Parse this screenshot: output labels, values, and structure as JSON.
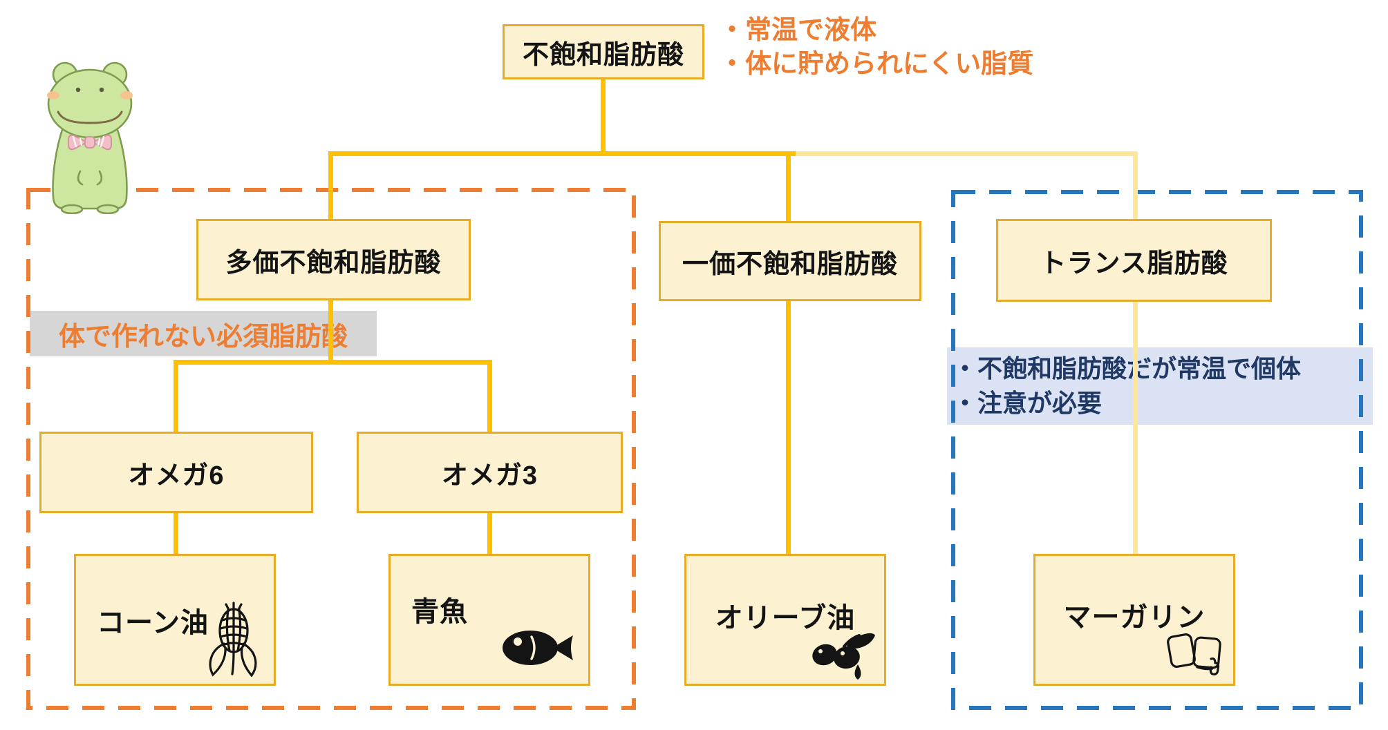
{
  "diagram": {
    "nodes": {
      "root": "不飽和脂肪酸",
      "poly": "多価不飽和脂肪酸",
      "mono": "一価不飽和脂肪酸",
      "trans": "トランス脂肪酸",
      "omega6": "オメガ6",
      "omega3": "オメガ3",
      "corn_oil": "コーン油",
      "blue_fish": "青魚",
      "olive_oil": "オリーブ油",
      "margarine": "マーガリン"
    },
    "annotations": {
      "root_note": {
        "line1": "・常温で液体",
        "line2": "・体に貯められにくい脂質"
      },
      "essential_note": "体で作れない必須脂肪酸",
      "trans_note": {
        "line1": "・不飽和脂肪酸だが常温で個体",
        "line2": "・注意が必要"
      }
    },
    "icons": {
      "corn": "corn-icon",
      "fish": "fish-icon",
      "olive": "olive-icon",
      "margarine": "margarine-icon",
      "mascot": "frog-mascot-illustration"
    },
    "colors": {
      "connector_gold": "#FFC000",
      "connector_pale": "#FFE699",
      "box_fill": "#FCF2D2",
      "box_border": "#E6AC28",
      "orange_accent": "#ED7D31",
      "blue_accent": "#2776BB",
      "navy_text": "#1F3864",
      "gray_note_bg": "#D6D6D6",
      "blue_note_bg": "#DAE2F3"
    }
  }
}
